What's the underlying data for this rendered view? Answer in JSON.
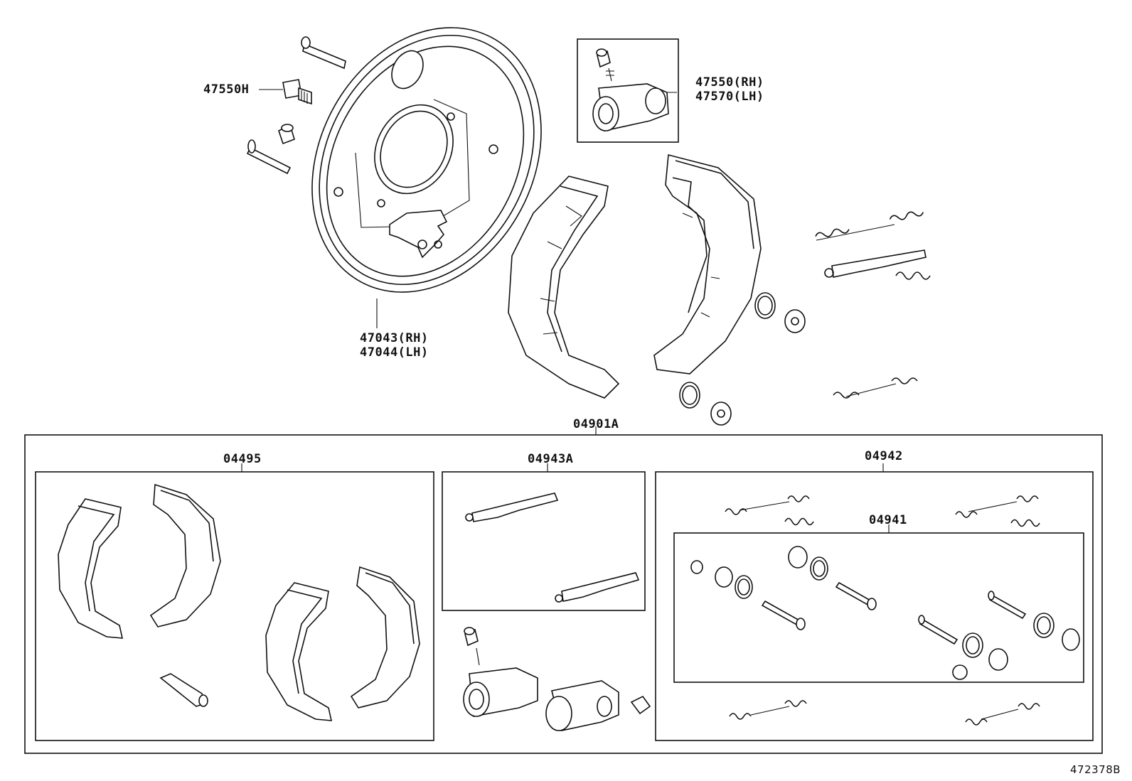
{
  "diagram_id": "472378B",
  "labels": {
    "bolt": "47550H",
    "wheel_cylinder_rh": "47550(RH)",
    "wheel_cylinder_lh": "47570(LH)",
    "backing_plate_rh": "47043(RH)",
    "backing_plate_lh": "47044(LH)",
    "kit_main": "04901A",
    "shoe_kit": "04495",
    "adjuster_kit": "04943A",
    "spring_kit": "04942",
    "hardware_kit": "04941"
  }
}
